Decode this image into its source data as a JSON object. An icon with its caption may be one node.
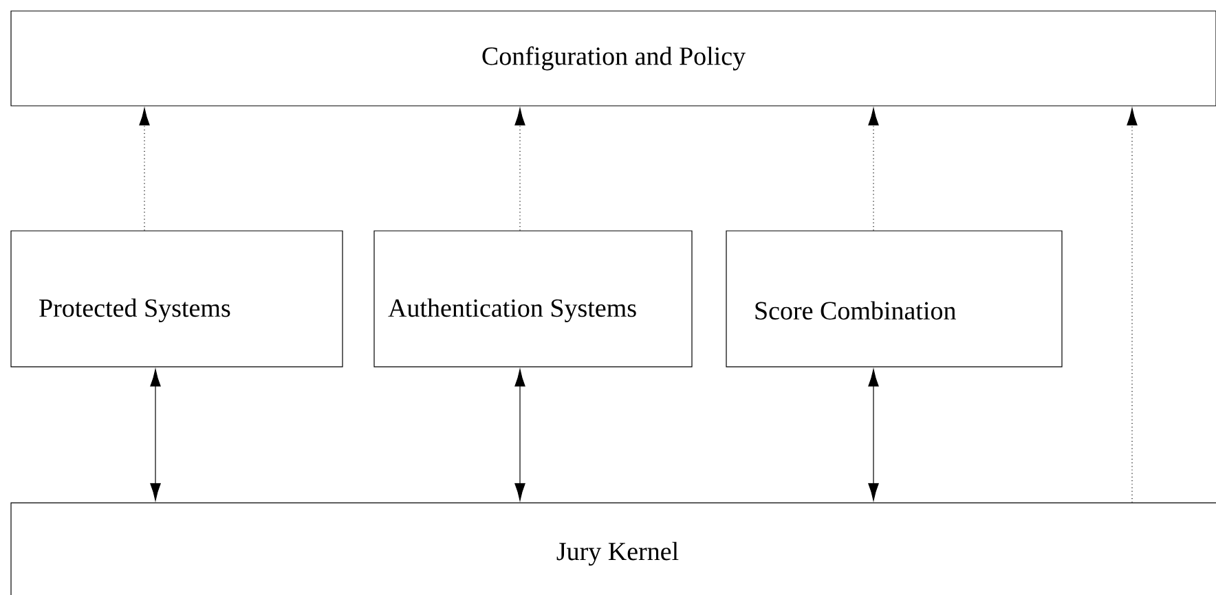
{
  "diagram": {
    "nodes": [
      {
        "text": [
          "Configuration and Policy"
        ]
      },
      {
        "text": [
          "Protected Systems"
        ]
      },
      {
        "text": [
          "Authentication Systems"
        ]
      },
      {
        "text": [
          "Score Combination"
        ]
      },
      {
        "text": [
          "Jury Kernel"
        ]
      }
    ],
    "edges": [
      {
        "from": 1,
        "to": 0,
        "arrow": "to",
        "style": "dashed"
      },
      {
        "from": 2,
        "to": 0,
        "arrow": "to",
        "style": "dashed"
      },
      {
        "from": 3,
        "to": 0,
        "arrow": "to",
        "style": "dashed"
      },
      {
        "from": 4,
        "to": 0,
        "arrow": "to",
        "style": "dashed"
      },
      {
        "from": 1,
        "to": 4,
        "arrow": "both"
      },
      {
        "from": 2,
        "to": 4,
        "arrow": "both"
      },
      {
        "from": 3,
        "to": 4,
        "arrow": "both"
      }
    ]
  }
}
